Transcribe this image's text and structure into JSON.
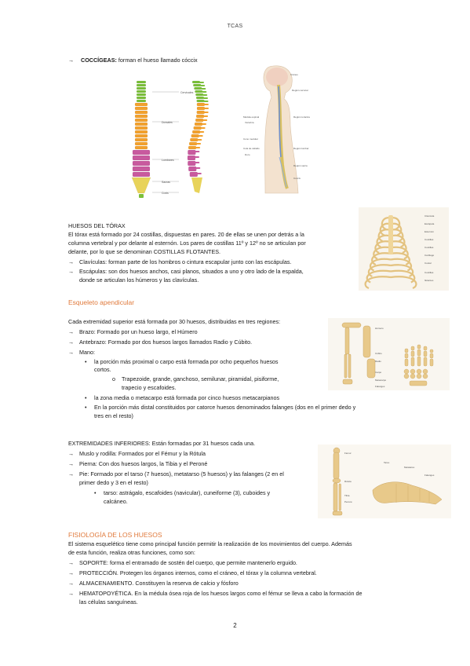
{
  "header": {
    "title": "TCAS"
  },
  "coccigeas": {
    "label": "COCCÍGEAS:",
    "text": " forman el hueso llamado cóccix"
  },
  "spine_figure_labels": {
    "cervical": "Cervicales",
    "thoracic": "Dorsales",
    "lumbar": "Lumbares",
    "sacral": "Sacras",
    "coccyx": "Coxis"
  },
  "body_figure_labels": [
    "Cráneo",
    "Región cervical",
    "Médula espinal",
    "Vértebra",
    "Región torácica",
    "Cono medular",
    "Cola de caballo",
    "Duro",
    "Región lumbar",
    "Región sacra",
    "Cóccix"
  ],
  "torax": {
    "heading": "HUESOS DEL TÓRAX",
    "lines": [
      "El tórax está formado por 24 costillas, dispuestas en pares. 20 de ellas se unen por detrás a la",
      "columna vertebral y por delante al esternón. Los pares de costillas 11º y 12º no se articulan por",
      "delante, por lo que se denominan COSTILLAS FLOTANTES."
    ],
    "bullets": [
      "Clavículas: forman parte de los hombros o cintura escapular junto con las escápulas.",
      "Escápulas: son dos huesos anchos, casi planos, situados a uno y otro lado de la espalda,",
      "donde se articulan los húmeros y las clavículas."
    ]
  },
  "apendicular": {
    "heading": "Esqueleto apendicular",
    "intro": "Cada extremidad superior está formada por 30 huesos, distribuidas en tres regiones:",
    "items": [
      "Brazo: Formado por un hueso largo, el Húmero",
      "Antebrazo: Formado por dos huesos largos llamados Radio y Cúbito.",
      "Mano:"
    ],
    "mano_sub": [
      "la porción más proximal o carpo está formada por ocho pequeños huesos",
      "cortos."
    ],
    "carpo_list": [
      "Trapezoide, grande, ganchoso, semilunar, piramidal, pisiforme,",
      "trapecio y escafoides."
    ],
    "metacarpo": "la zona media o metacarpo está formada por cinco huesos metacarpianos",
    "falanges": [
      "En la porción más distal constituidos por catorce huesos denominados falanges (dos en el primer dedo y",
      "tres en el resto)"
    ]
  },
  "inferiores": {
    "heading": "EXTREMIDADES INFERIORES: Están formadas por 31 huesos cada una.",
    "items": [
      "Muslo y rodilla: Formados por el Fémur y la Rótula",
      "Pierna: Con dos huesos largos, la Tibia y el Peroné",
      "Pie: Formado por el tarso (7 huesos), metatarso (5 huesos) y las falanges (2 en el",
      "primer dedo y 3 en el resto)"
    ],
    "tarso": [
      "tarso: astrágalo, escafoides (navicular), cuneiforme (3), cuboides y",
      "calcáneo."
    ]
  },
  "fisiologia": {
    "heading": "FISIOLOGÍA DE LOS HUESOS",
    "intro": [
      "El sistema esquelético tiene como principal función permitir la realización de los movimientos del cuerpo. Además",
      "de esta función, realiza otras funciones, como son:"
    ],
    "items": [
      "SOPORTE: forma el entramado de sostén del cuerpo, que permite mantenerlo erguido.",
      "PROTECCIÓN. Protegen los órganos internos, como el cráneo, el tórax y la columna vertebral.",
      "ALMACENAMIENTO. Constituyen la reserva de calcio y fósforo",
      "HEMATOPOYÉTICA. En la médula ósea roja de los huesos largos como el fémur se lleva a cabo la formación de",
      "las células sanguíneas."
    ]
  },
  "page_number": "2",
  "colors": {
    "accent": "#e07a3c",
    "bone": "#e8c98a",
    "cervical": "#7bbf3a",
    "thoracic": "#f2a12e",
    "lumbar": "#c85a9e",
    "sacral": "#e8d35a"
  }
}
